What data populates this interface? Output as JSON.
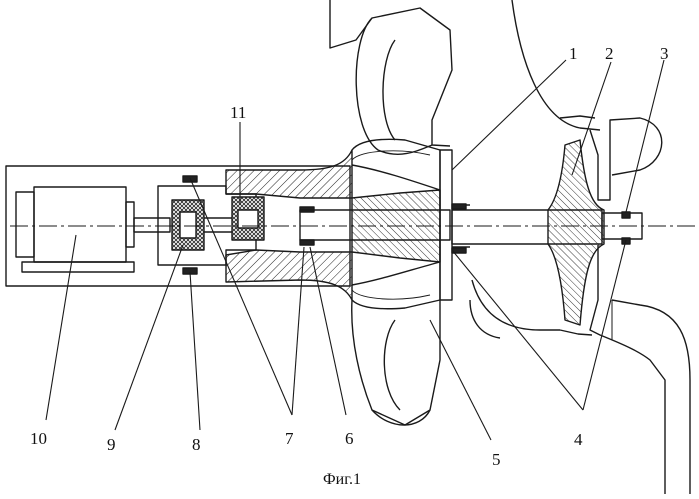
{
  "figure": {
    "caption": "Фиг.1",
    "labels": {
      "l1": "1",
      "l2": "2",
      "l3": "3",
      "l4": "4",
      "l5": "5",
      "l6": "6",
      "l7": "7",
      "l8": "8",
      "l9": "9",
      "l10": "10",
      "l11": "11"
    }
  }
}
